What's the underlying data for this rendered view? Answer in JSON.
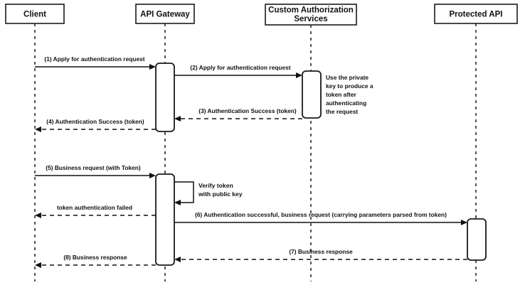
{
  "diagram": {
    "type": "uml-sequence-diagram",
    "title": "API Gateway token authentication sequence",
    "background_color": "#ffffff",
    "line_color": "#111111"
  },
  "participants": [
    {
      "id": "client",
      "label": "Client"
    },
    {
      "id": "api-gateway",
      "label": "API Gateway"
    },
    {
      "id": "custom-auth",
      "label": "Custom Authorization\nServices",
      "line1": "Custom Authorization",
      "line2": "Services"
    },
    {
      "id": "protected-api",
      "label": "Protected API"
    }
  ],
  "messages": [
    {
      "seq": "1",
      "label": "(1) Apply for authentication request",
      "from": "client",
      "to": "api-gateway",
      "style": "solid",
      "direction": "right"
    },
    {
      "seq": "2",
      "label": "(2) Apply for authentication request",
      "from": "api-gateway",
      "to": "custom-auth",
      "style": "solid",
      "direction": "right"
    },
    {
      "seq": "3",
      "label": "(3) Authentication Success (token)",
      "from": "custom-auth",
      "to": "api-gateway",
      "style": "dashed",
      "direction": "left"
    },
    {
      "seq": "4",
      "label": "(4) Authentication Success (token)",
      "from": "api-gateway",
      "to": "client",
      "style": "dashed",
      "direction": "left"
    },
    {
      "seq": "5",
      "label": "(5) Business request (with Token)",
      "from": "client",
      "to": "api-gateway",
      "style": "solid",
      "direction": "right"
    },
    {
      "seq": "failed",
      "label": "token authentication failed",
      "from": "api-gateway",
      "to": "client",
      "style": "dashed",
      "direction": "left"
    },
    {
      "seq": "6",
      "label": "(6) Authentication successful, business request (carrying parameters parsed from token)",
      "from": "api-gateway",
      "to": "protected-api",
      "style": "solid",
      "direction": "right"
    },
    {
      "seq": "7",
      "label": "(7) Business response",
      "from": "protected-api",
      "to": "api-gateway",
      "style": "dashed",
      "direction": "left"
    },
    {
      "seq": "8",
      "label": "(8) Business response",
      "from": "api-gateway",
      "to": "client",
      "style": "dashed",
      "direction": "left"
    }
  ],
  "notes": [
    {
      "id": "private-key-note",
      "attached_to": "custom-auth",
      "lines": [
        "Use the private",
        "key to produce a",
        "token after",
        "authenticating",
        "the request"
      ]
    }
  ],
  "self_messages": [
    {
      "id": "verify-token",
      "on": "api-gateway",
      "lines": [
        "Verify token",
        "with public key"
      ]
    }
  ]
}
